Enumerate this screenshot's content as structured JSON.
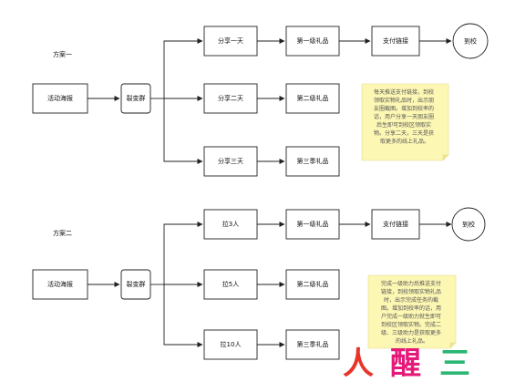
{
  "plans": [
    {
      "label": "方案一",
      "source": "活动海报",
      "hub": "裂变群",
      "branches": [
        {
          "step": "分享一天",
          "gift": "第一级礼品"
        },
        {
          "step": "分享二天",
          "gift": "第二级礼品"
        },
        {
          "step": "分享三天",
          "gift": "第三季礼品"
        }
      ],
      "pay": "支付链接",
      "end": "到校",
      "note": [
        "每天推送支付链接，到校",
        "领取实物礼品时，出示朋",
        "友圈截图。增加到校率的",
        "话，用户分享一天朋友圈",
        "后生即可到校区领取实",
        "物。分享二天，三天是获",
        "取更多的线上礼品。"
      ]
    },
    {
      "label": "方案二",
      "source": "活动海报",
      "hub": "裂变群",
      "branches": [
        {
          "step": "拉3人",
          "gift": "第一级礼品"
        },
        {
          "step": "拉5人",
          "gift": "第二级礼品"
        },
        {
          "step": "拉10人",
          "gift": "第三季礼品"
        }
      ],
      "pay": "支付链接",
      "end": "到校",
      "note": [
        "完成一级助力后推送支付",
        "链接，到校领取实物礼品",
        "时，出示完成任务的截",
        "图。增加到校率的话，用",
        "户完成一级助力就生即可",
        "到校区领取实物。完成二",
        "级、三级助力是获取更多",
        "的线上礼品。"
      ]
    }
  ],
  "watermark": [
    "人",
    "醒",
    "三"
  ],
  "colors": {
    "line": "#222222",
    "note_fill": "#fdf7b4",
    "watermark_red": "#e8342a",
    "watermark_pink": "#e5197a",
    "watermark_green": "#2bb673"
  }
}
